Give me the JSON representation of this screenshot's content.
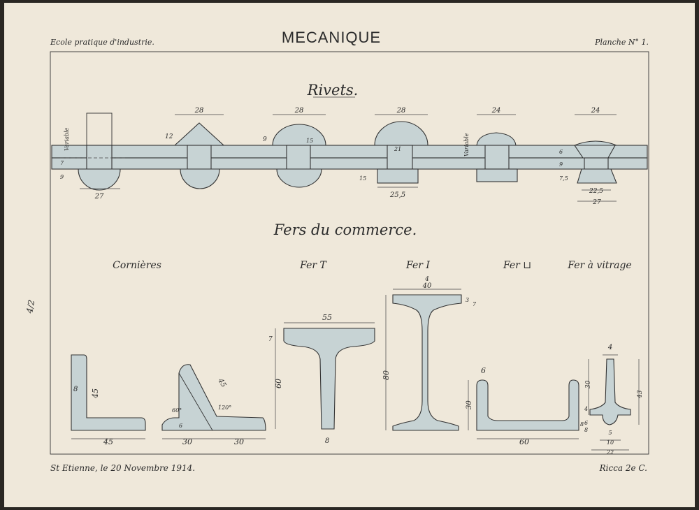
{
  "header": {
    "school": "Ecole pratique d'industrie.",
    "title": "MECANIQUE",
    "plate": "Planche N° 1."
  },
  "sections": {
    "rivets": "Rivets.",
    "fers": "Fers du commerce."
  },
  "categories": {
    "cornieres": "Cornières",
    "fer_t": "Fer T",
    "fer_i": "Fer I",
    "fer_u": "Fer ⊔",
    "fer_vitrage": "Fer à vitrage"
  },
  "margin_note": "4/2",
  "footer": {
    "place_date": "St Etienne, le 20 Novembre 1914.",
    "author": "Ricca 2e C."
  },
  "rivet_dims": {
    "r1_width": "27",
    "r1_var": "Variable",
    "r1_a": "7",
    "r1_b": "9",
    "r2_width": "28",
    "r2_h": "12",
    "r3_width": "28",
    "r3_h": "9",
    "r3_d": "15",
    "r4_width": "28",
    "r4_b": "25,5",
    "r4_h": "15",
    "r4_d": "21",
    "r5_width": "24",
    "r5_var": "Variable",
    "r6_width": "24",
    "r6_a": "6",
    "r6_b": "9",
    "r6_c": "7,5",
    "r6_d": "22,5",
    "r6_e": "27"
  },
  "profile_dims": {
    "corner1_w": "45",
    "corner1_h": "45",
    "corner1_t": "8",
    "corner2_len": "45",
    "corner2_a": "30",
    "corner2_b": "30",
    "corner2_ang1": "60°",
    "corner2_ang2": "120°",
    "corner2_t": "6",
    "t_w": "55",
    "t_h": "60",
    "t_t": "7",
    "t_web": "8",
    "i_top": "40",
    "i_top_t": "4",
    "i_h": "80",
    "i_f1": "3",
    "i_f2": "7",
    "u_w": "60",
    "u_h": "30",
    "u_t": "6",
    "u_b": "8",
    "v_top": "4",
    "v_h": "43",
    "v_stem": "30",
    "v_a": "4",
    "v_b": "6",
    "v_c": "5",
    "v_d": "10",
    "v_e": "22",
    "v_f": "8"
  }
}
